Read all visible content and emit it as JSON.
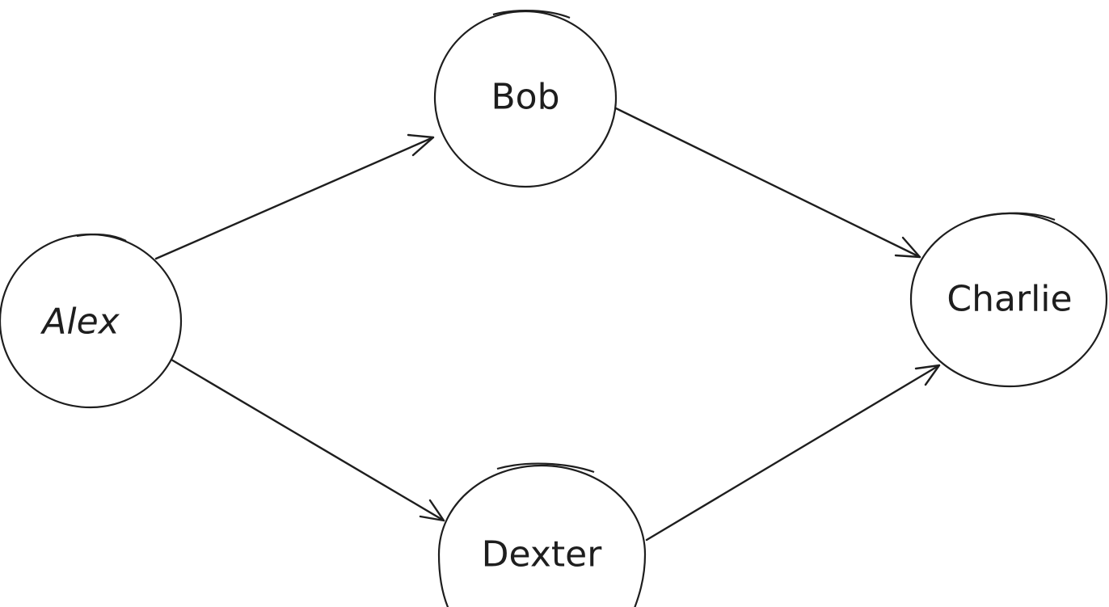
{
  "diagram": {
    "nodes": [
      {
        "id": "alex",
        "label": "Alex"
      },
      {
        "id": "bob",
        "label": "Bob"
      },
      {
        "id": "charlie",
        "label": "Charlie"
      },
      {
        "id": "dexter",
        "label": "Dexter"
      }
    ],
    "edges": [
      {
        "from": "Alex",
        "to": "Bob"
      },
      {
        "from": "Bob",
        "to": "Charlie"
      },
      {
        "from": "Alex",
        "to": "Dexter"
      },
      {
        "from": "Dexter",
        "to": "Charlie"
      }
    ],
    "colors": {
      "stroke": "#1e1e1e",
      "background": "#ffffff"
    }
  }
}
